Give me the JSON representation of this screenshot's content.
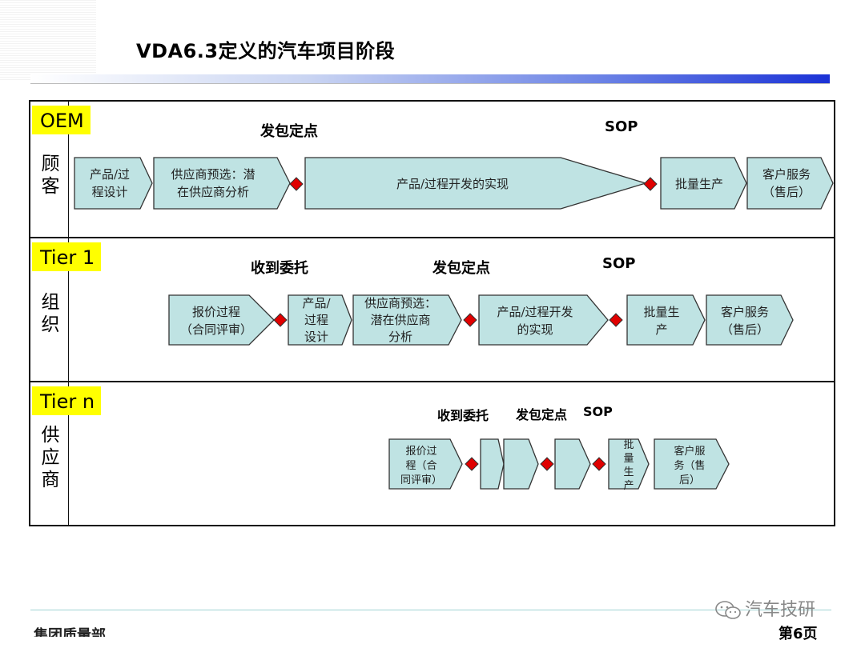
{
  "title": "VDA6.3定义的汽车项目阶段",
  "footer": {
    "left": "集团质量部",
    "page": "第6页",
    "watermark": "汽车技研"
  },
  "rows": [
    {
      "tag": "OEM",
      "vertical_label": "顾客",
      "milestones": [
        "发包定点",
        "SOP"
      ],
      "steps": [
        [
          "产品/过",
          "程设计"
        ],
        [
          "供应商预选：潜",
          "在供应商分析"
        ],
        [
          "产品/过程开发的实现"
        ],
        [
          "批量生产"
        ],
        [
          "客户服务",
          "（售后）"
        ]
      ]
    },
    {
      "tag": "Tier 1",
      "vertical_label": "组织",
      "milestones": [
        "收到委托",
        "发包定点",
        "SOP"
      ],
      "steps": [
        [
          "报价过程",
          "（合同评审）"
        ],
        [
          "产品/",
          "过程",
          "设计"
        ],
        [
          "供应商预选：",
          "潜在供应商",
          "分析"
        ],
        [
          "产品/过程开发",
          "的实现"
        ],
        [
          "批量生",
          "产"
        ],
        [
          "客户服务",
          "（售后）"
        ]
      ]
    },
    {
      "tag": "Tier n",
      "vertical_label": "供应商",
      "milestones": [
        "收到委托",
        "发包定点",
        "SOP"
      ],
      "steps": [
        [
          "报价过",
          "程（合",
          "同评审）"
        ],
        [],
        [],
        [],
        [
          "批",
          "量",
          "生",
          "产"
        ],
        [
          "客户服",
          "务（售",
          "后）"
        ]
      ]
    }
  ],
  "colors": {
    "step_fill": "#bfe3e3",
    "milestone": "#e00000",
    "tag_bg": "#ffff00"
  }
}
